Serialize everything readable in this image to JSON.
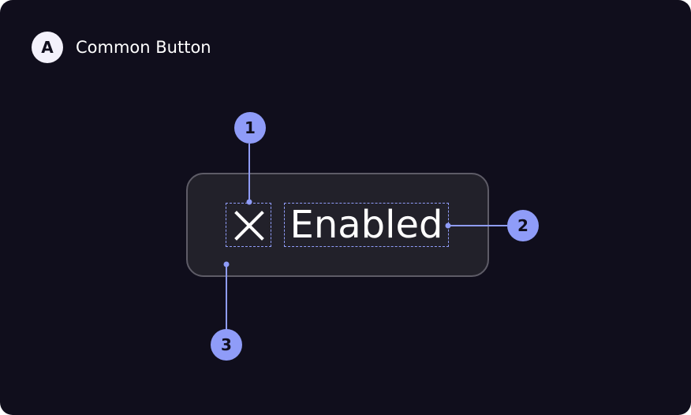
{
  "section": {
    "badge": "A",
    "title": "Common Button"
  },
  "button": {
    "label": "Enabled",
    "icon": "close-icon"
  },
  "markers": {
    "icon": "1",
    "label": "2",
    "container": "3"
  },
  "colors": {
    "background": "#100e1c",
    "button_fill": "#22212a",
    "button_outline": "#5e5c67",
    "annotation_accent": "#8f9cf8",
    "text": "#ffffff"
  }
}
